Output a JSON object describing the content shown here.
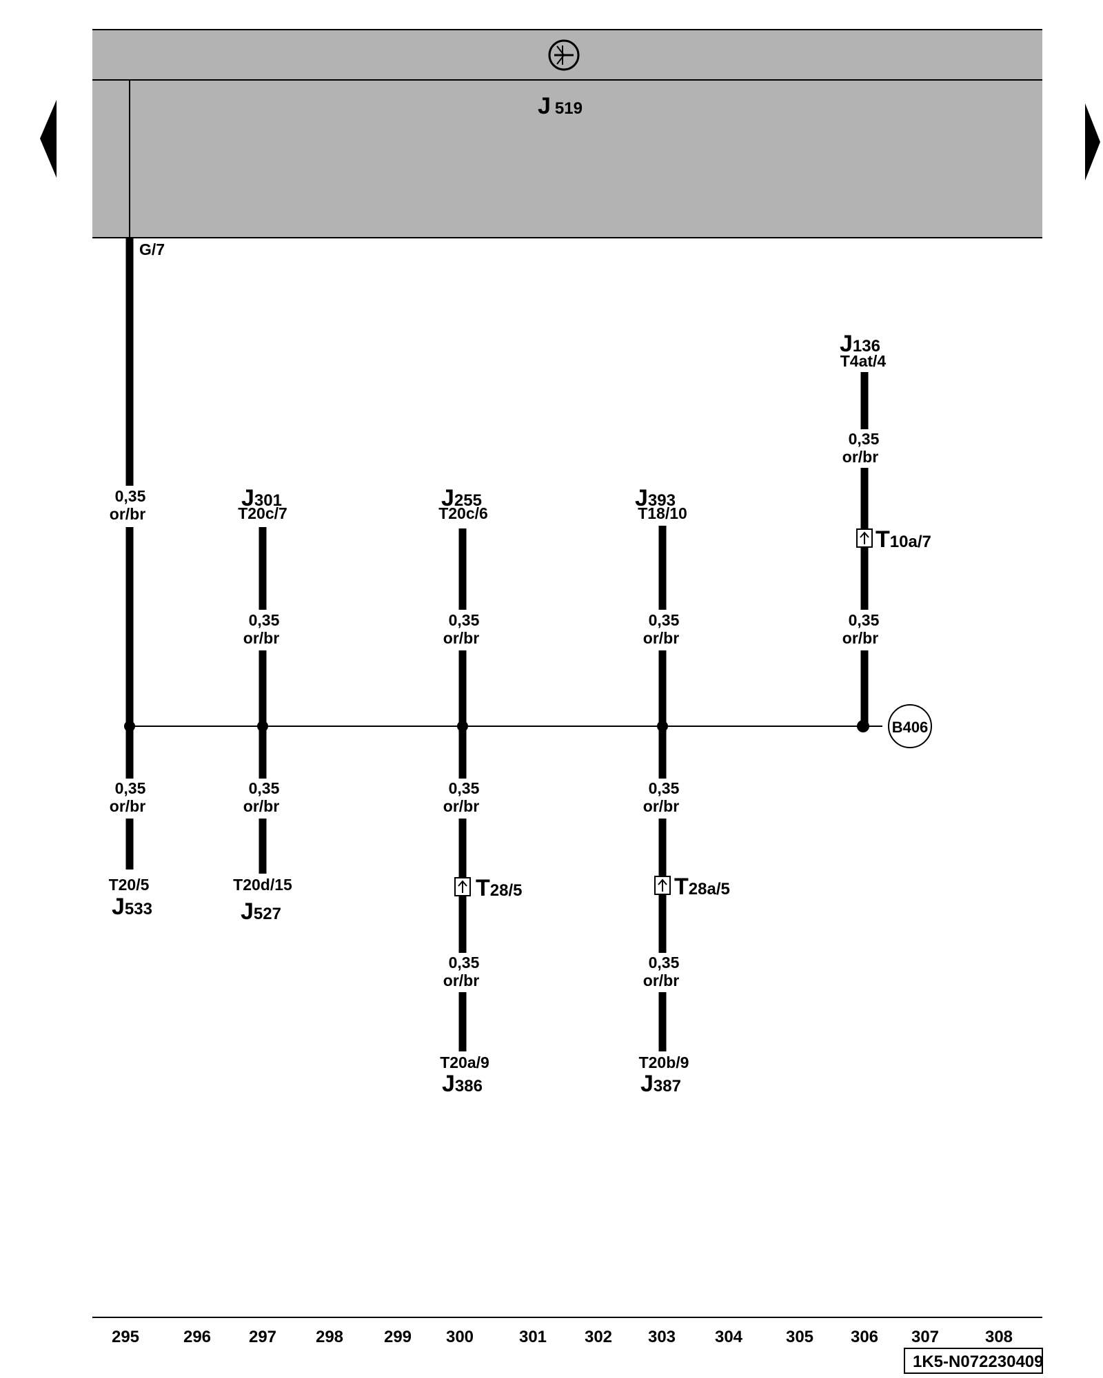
{
  "header": {
    "module": {
      "letter": "J",
      "number": "519"
    },
    "symbol_icon": "ground-star-symbol-icon"
  },
  "nav": {
    "prev_icon": "triangle-left-icon",
    "next_icon": "triangle-right-icon"
  },
  "source_pin": "G/7",
  "wire_spec": {
    "size": "0,35",
    "color": "or/br"
  },
  "components": [
    {
      "id": "j301",
      "letter": "J",
      "number": "301",
      "pin": "T20c/7"
    },
    {
      "id": "j255",
      "letter": "J",
      "number": "255",
      "pin": "T20c/6"
    },
    {
      "id": "j393",
      "letter": "J",
      "number": "393",
      "pin": "T18/10"
    },
    {
      "id": "j136",
      "letter": "J",
      "number": "136",
      "pin": "T4at/4"
    },
    {
      "id": "j533",
      "letter": "J",
      "number": "533",
      "pin": "T20/5"
    },
    {
      "id": "j527",
      "letter": "J",
      "number": "527",
      "pin": "T20d/15"
    },
    {
      "id": "j386",
      "letter": "J",
      "number": "386",
      "pin": "T20a/9"
    },
    {
      "id": "j387",
      "letter": "J",
      "number": "387",
      "pin": "T20b/9"
    }
  ],
  "connectors": [
    {
      "id": "t10a",
      "letter": "T",
      "number": "10a/7"
    },
    {
      "id": "t28",
      "letter": "T",
      "number": "28/5"
    },
    {
      "id": "t28a",
      "letter": "T",
      "number": "28a/5"
    }
  ],
  "junction": {
    "label": "B406"
  },
  "scale": [
    "295",
    "296",
    "297",
    "298",
    "299",
    "300",
    "301",
    "302",
    "303",
    "304",
    "305",
    "306",
    "307",
    "308"
  ],
  "diagram_code": "1K5-N072230409"
}
